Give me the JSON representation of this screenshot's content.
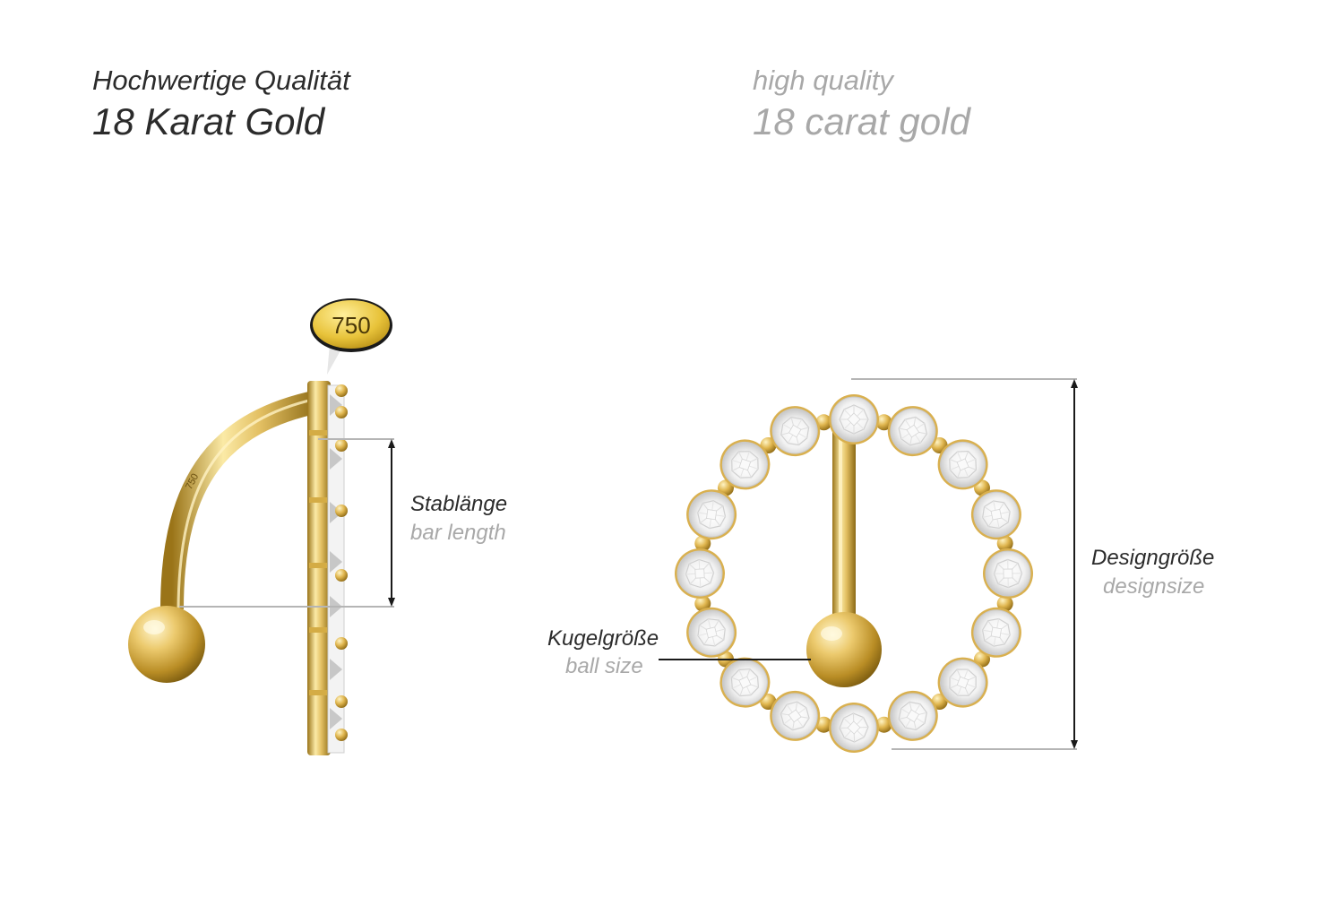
{
  "header": {
    "de_line1": "Hochwertige Qualität",
    "de_line2": "18 Karat Gold",
    "en_line1": "high quality",
    "en_line2": "18 carat gold"
  },
  "stamp": {
    "value": "750"
  },
  "labels": {
    "bar_length_de": "Stablänge",
    "bar_length_en": "bar length",
    "ball_size_de": "Kugelgröße",
    "ball_size_en": "ball size",
    "design_size_de": "Designgröße",
    "design_size_en": "designsize"
  },
  "colors": {
    "gold_light": "#fbeaa6",
    "gold": "#e3c063",
    "gold_dark": "#a9801f",
    "text_dark": "#2b2b2b",
    "text_grey": "#a8a8a8",
    "dimension_line": "#b5b5b5"
  }
}
